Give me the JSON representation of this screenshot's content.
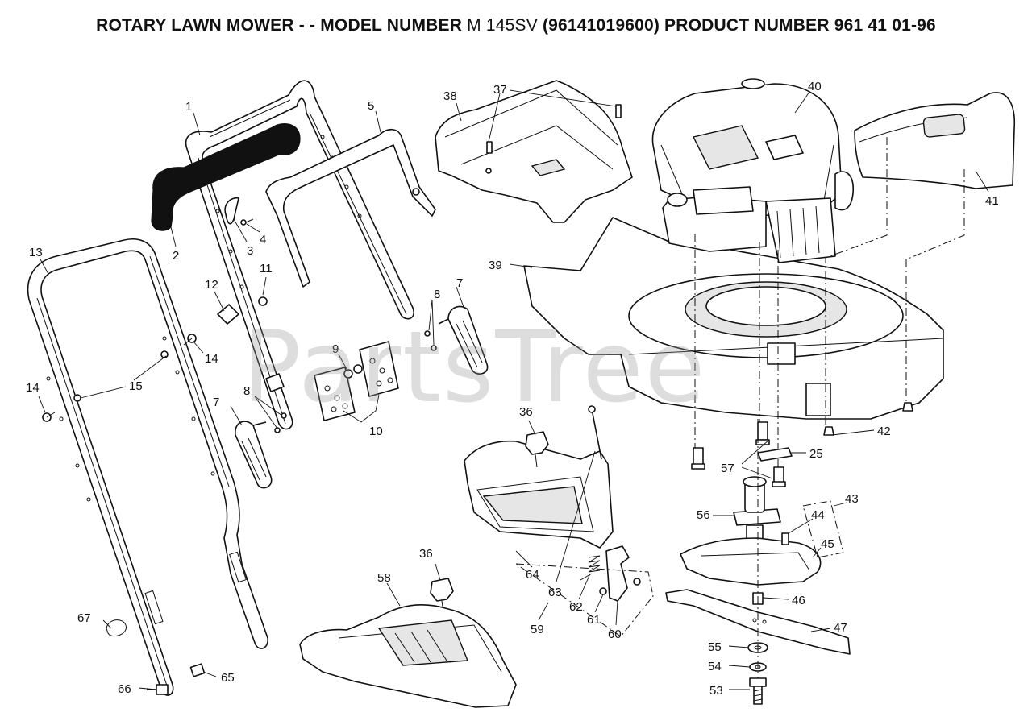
{
  "title": {
    "prefix": "ROTARY LAWN MOWER - - MODEL NUMBER",
    "model": "M 145SV",
    "suffix": "(96141019600) PRODUCT NUMBER 961 41 01-96"
  },
  "watermark": "PartsTree",
  "callouts": {
    "c1": "1",
    "c2": "2",
    "c3": "3",
    "c4": "4",
    "c5": "5",
    "c7a": "7",
    "c7b": "7",
    "c8a": "8",
    "c8b": "8",
    "c9": "9",
    "c10": "10",
    "c11": "11",
    "c12": "12",
    "c13": "13",
    "c14a": "14",
    "c14b": "14",
    "c15": "15",
    "c25": "25",
    "c36a": "36",
    "c36b": "36",
    "c37": "37",
    "c38": "38",
    "c39": "39",
    "c40": "40",
    "c41": "41",
    "c42": "42",
    "c43": "43",
    "c44": "44",
    "c45": "45",
    "c46": "46",
    "c47": "47",
    "c53": "53",
    "c54": "54",
    "c55": "55",
    "c56": "56",
    "c57": "57",
    "c58": "58",
    "c59": "59",
    "c60": "60",
    "c61": "61",
    "c62": "62",
    "c63": "63",
    "c64": "64",
    "c65": "65",
    "c66": "66",
    "c67": "67"
  }
}
